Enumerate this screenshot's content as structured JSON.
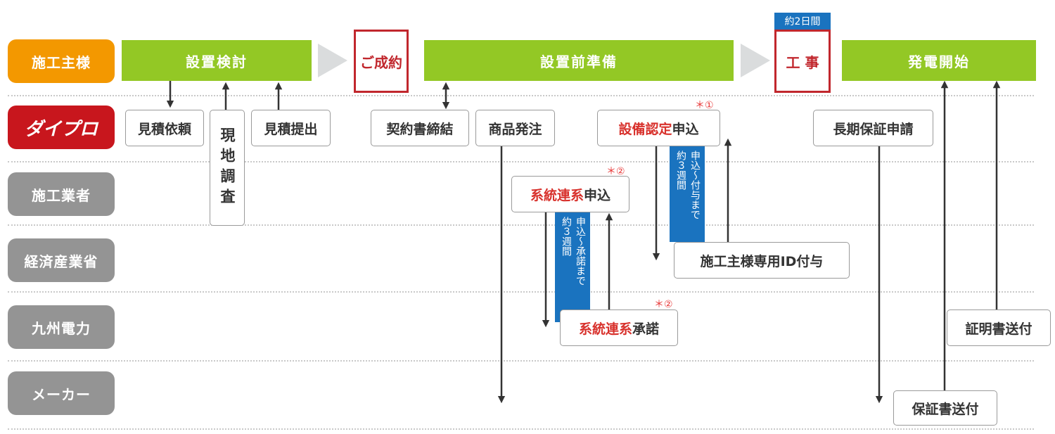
{
  "lanes": {
    "owner": "施工主様",
    "daipro": "ダイプロ",
    "contractor": "施工業者",
    "meti": "経済産業省",
    "kyushu": "九州電力",
    "maker": "メーカー"
  },
  "phases": {
    "study": "設置検討",
    "contract": "ご成約",
    "prep": "設置前準備",
    "work": "工 事",
    "generation": "発電開始"
  },
  "duration_tag": "約2日間",
  "tasks": {
    "estimate_request": "見積依頼",
    "site_survey": "現地調査",
    "estimate_submit": "見積提出",
    "contract_sign": "契約書締結",
    "order": "商品発注",
    "cert_red": "設備認定",
    "cert_rest": "申込",
    "grid_red": "系統連系",
    "grid_apply_rest": "申込",
    "grid_approve_rest": "承諾",
    "id_grant": "施工主様専用ID付与",
    "warranty_apply": "長期保証申請",
    "cert_send": "証明書送付",
    "warranty_send": "保証書送付"
  },
  "notes": {
    "n1": "＊①",
    "n2a": "＊②",
    "n2b": "＊②"
  },
  "bars": {
    "cert_col1": "申込〜付与まで",
    "cert_col2": "約３週間",
    "grid_col1": "申込〜承諾まで",
    "grid_col2": "約３週間"
  }
}
